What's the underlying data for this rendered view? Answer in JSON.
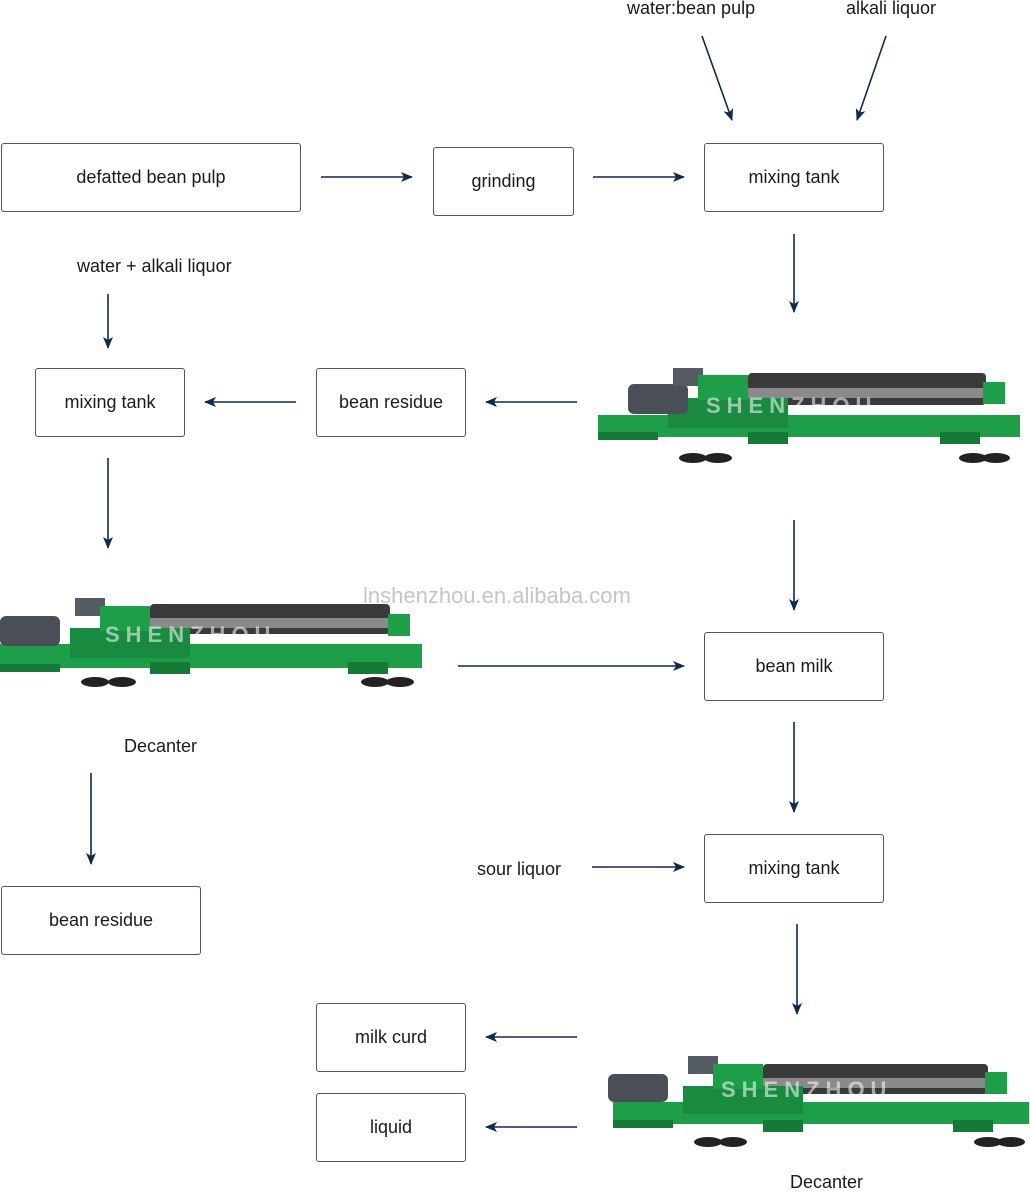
{
  "boxes": {
    "defatted_pulp": "defatted bean pulp",
    "grinding": "grinding",
    "mixing_tank_1": "mixing tank",
    "mixing_tank_2": "mixing tank",
    "bean_residue_1": "bean residue",
    "bean_milk": "bean milk",
    "mixing_tank_3": "mixing tank",
    "bean_residue_2": "bean residue",
    "milk_curd": "milk curd",
    "liquid": "liquid"
  },
  "labels": {
    "water_bean_pulp": "water:bean pulp",
    "alkali_liquor": "alkali liquor",
    "water_alkali": "water + alkali liquor",
    "decanter_left": "Decanter",
    "decanter_bottom": "Decanter",
    "sour_liquor": "sour liquor",
    "watermark": "lnshenzhou.en.alibaba.com",
    "machine_brand": "SHENZHOU"
  },
  "colors": {
    "arrow": "#0d2a4f",
    "machine_green": "#1f9e4a",
    "box_border": "#555555"
  }
}
